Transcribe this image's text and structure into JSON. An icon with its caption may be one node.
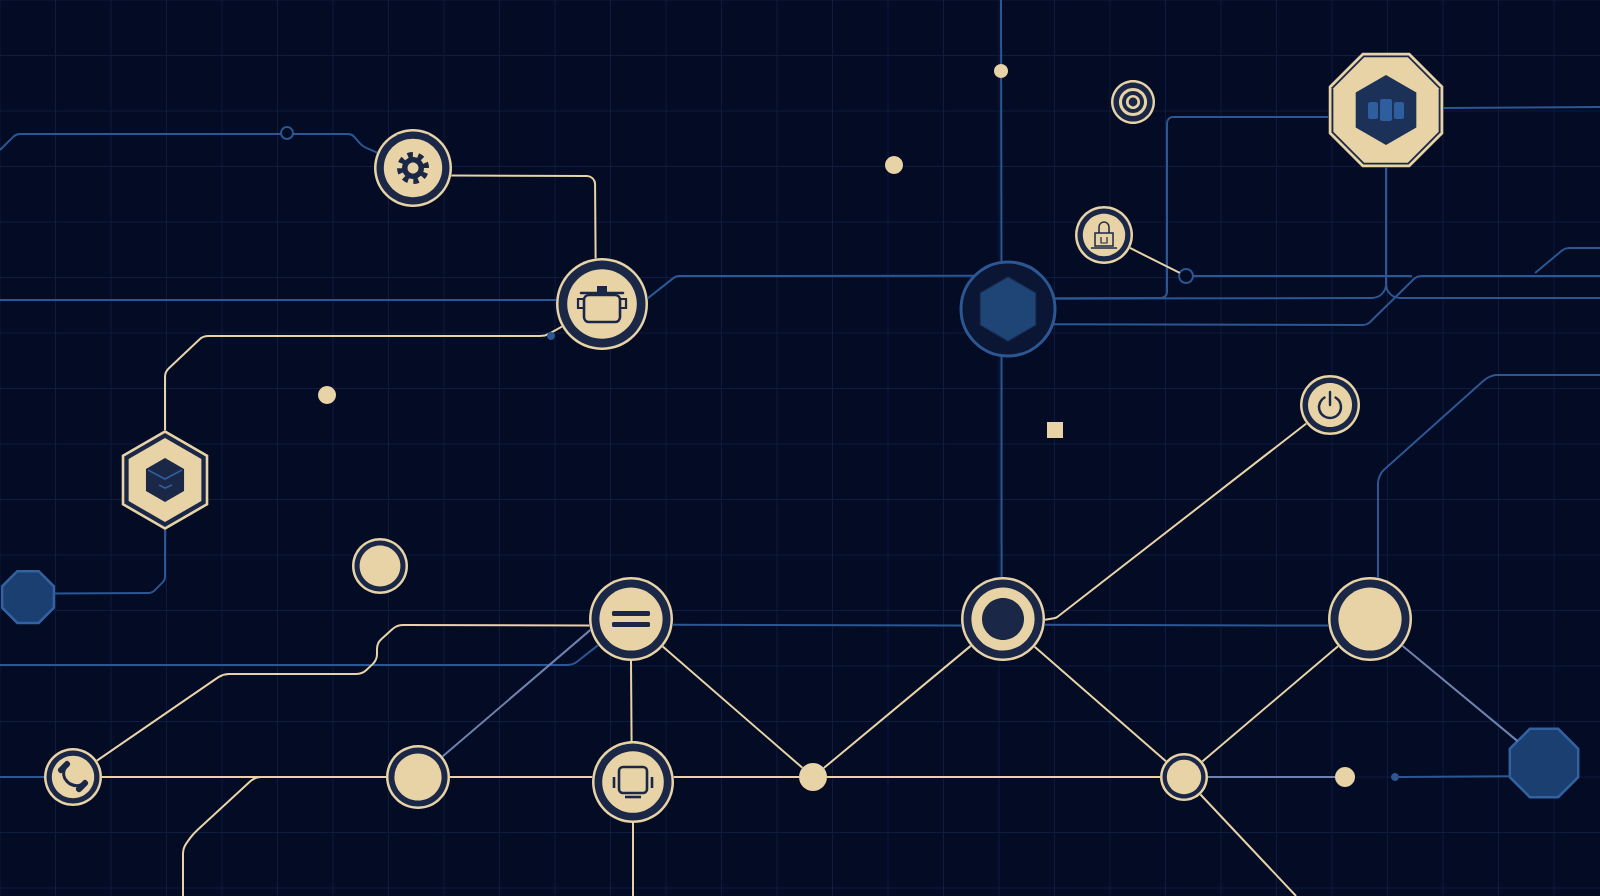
{
  "diagram": {
    "nodes": [
      {
        "text": [],
        "shape": "circle"
      },
      {
        "text": [],
        "shape": "circle"
      },
      {
        "text": [],
        "shape": "circle"
      },
      {
        "text": [],
        "shape": "circle"
      },
      {
        "text": [],
        "shape": "circle"
      },
      {
        "text": [],
        "shape": "octagon"
      },
      {
        "text": [],
        "shape": "hexagon"
      },
      {
        "text": [],
        "shape": "octagon"
      },
      {
        "text": [],
        "shape": "circle"
      },
      {
        "text": [],
        "shape": "circle"
      },
      {
        "text": [],
        "shape": "circle"
      },
      {
        "text": [],
        "shape": "circle"
      },
      {
        "text": [],
        "shape": "circle"
      },
      {
        "text": [],
        "shape": "circle"
      },
      {
        "text": [],
        "shape": "circle"
      },
      {
        "text": [],
        "shape": "circle"
      },
      {
        "text": [],
        "shape": "circle"
      },
      {
        "text": [],
        "shape": "circle"
      },
      {
        "text": [],
        "shape": "circle"
      },
      {
        "text": [],
        "shape": "octagon"
      },
      {
        "text": [],
        "shape": "circle"
      },
      {
        "text": [],
        "shape": "circle"
      },
      {
        "text": [],
        "shape": "circle"
      },
      {
        "text": [],
        "shape": "circle"
      }
    ],
    "edges": [
      {
        "from": null,
        "to": 0,
        "arrow": "none"
      },
      {
        "from": 0,
        "to": 1,
        "arrow": "none",
        "color": "#e8d3a6"
      },
      {
        "from": null,
        "to": 1,
        "arrow": "none"
      },
      {
        "from": 6,
        "to": 1,
        "arrow": "none",
        "color": "#e8d3a6"
      },
      {
        "from": 1,
        "to": 2,
        "arrow": "none"
      },
      {
        "from": null,
        "to": 2,
        "arrow": "none"
      },
      {
        "from": 5,
        "to": 2,
        "arrow": "none"
      },
      {
        "from": 5,
        "to": null,
        "arrow": "none"
      },
      {
        "from": 5,
        "to": 2,
        "arrow": "none"
      },
      {
        "from": 5,
        "to": null,
        "arrow": "none"
      },
      {
        "from": 2,
        "to": null,
        "arrow": "none"
      },
      {
        "from": 4,
        "to": 20,
        "arrow": "none",
        "color": "#e8d3a6"
      },
      {
        "from": 20,
        "to": null,
        "arrow": "none"
      },
      {
        "from": 6,
        "to": 7,
        "arrow": "none"
      },
      {
        "from": 10,
        "to": 2,
        "arrow": "none"
      },
      {
        "from": 10,
        "to": 11,
        "arrow": "none",
        "color": "#e8d3a6"
      },
      {
        "from": null,
        "to": 13,
        "arrow": "none"
      },
      {
        "from": 13,
        "to": 14,
        "arrow": "none",
        "color": "#e8d3a6"
      },
      {
        "from": 13,
        "to": 9,
        "arrow": "none",
        "color": "#e8d3a6"
      },
      {
        "from": null,
        "to": 14,
        "arrow": "none",
        "color": "#e8d3a6"
      },
      {
        "from": 14,
        "to": 15,
        "arrow": "none",
        "color": "#e8d3a6"
      },
      {
        "from": 14,
        "to": 9,
        "arrow": "none",
        "color": "#6f82ad"
      },
      {
        "from": null,
        "to": 9,
        "arrow": "none"
      },
      {
        "from": 9,
        "to": 15,
        "arrow": "none",
        "color": "#e8d3a6"
      },
      {
        "from": 9,
        "to": 16,
        "arrow": "none",
        "color": "#e8d3a6"
      },
      {
        "from": 15,
        "to": 16,
        "arrow": "none",
        "color": "#e8d3a6"
      },
      {
        "from": 15,
        "to": null,
        "arrow": "none",
        "color": "#e8d3a6"
      },
      {
        "from": 9,
        "to": 10,
        "arrow": "none"
      },
      {
        "from": 16,
        "to": 10,
        "arrow": "none",
        "color": "#e8d3a6"
      },
      {
        "from": 16,
        "to": 17,
        "arrow": "none",
        "color": "#e8d3a6"
      },
      {
        "from": 10,
        "to": 17,
        "arrow": "none",
        "color": "#e8d3a6"
      },
      {
        "from": 10,
        "to": 12,
        "arrow": "none"
      },
      {
        "from": 17,
        "to": 12,
        "arrow": "none",
        "color": "#e8d3a6"
      },
      {
        "from": 17,
        "to": 18,
        "arrow": "none",
        "color": "#6f82ad"
      },
      {
        "from": 17,
        "to": null,
        "arrow": "none",
        "color": "#e8d3a6"
      },
      {
        "from": 12,
        "to": 19,
        "arrow": "none",
        "color": "#6f82ad"
      },
      {
        "from": 21,
        "to": 19,
        "arrow": "none"
      },
      {
        "from": 12,
        "to": null,
        "arrow": "none"
      }
    ]
  }
}
